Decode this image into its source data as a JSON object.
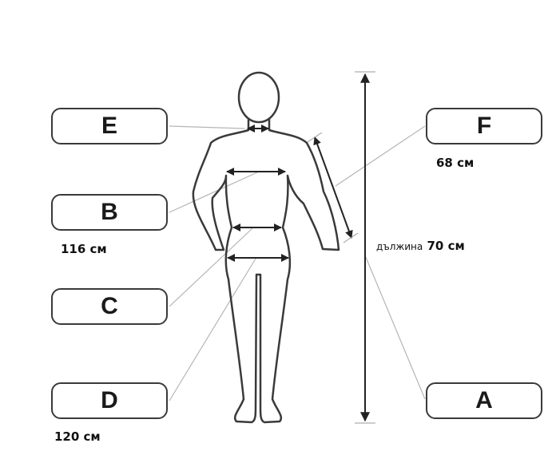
{
  "labels": {
    "E": "E",
    "B": "B",
    "C": "C",
    "D": "D",
    "F": "F",
    "A": "A"
  },
  "measurements": {
    "B": "116 см",
    "D": "120 см",
    "F": "68 см",
    "length_word": "дължина",
    "length_value": "70 см"
  },
  "colors": {
    "outline": "#3a3a3a",
    "leader_line": "#b5b5b5",
    "arrow": "#222222"
  }
}
